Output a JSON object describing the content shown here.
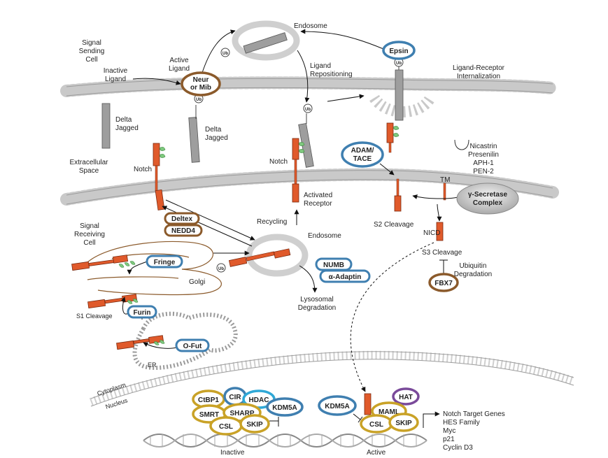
{
  "labels": {
    "signal_sending_cell": [
      "Signal",
      "Sending",
      "Cell"
    ],
    "inactive_ligand": [
      "Inactive",
      "Ligand"
    ],
    "active_ligand": [
      "Active",
      "Ligand"
    ],
    "endosome_top": "Endosome",
    "ligand_repositioning": [
      "Ligand",
      "Repositioning"
    ],
    "ligand_receptor_internalization": [
      "Ligand-Receptor",
      "Internalization"
    ],
    "delta_jagged_1": [
      "Delta",
      "Jagged"
    ],
    "delta_jagged_2": [
      "Delta",
      "Jagged"
    ],
    "extracellular_space": [
      "Extracellular",
      "Space"
    ],
    "notch_1": "Notch",
    "notch_2": "Notch",
    "gamma_secretase_components": [
      "Nicastrin",
      "Presenilin",
      "APH-1",
      "PEN-2"
    ],
    "tm": "TM",
    "activated_receptor": [
      "Activated",
      "Receptor"
    ],
    "s2_cleavage": "S2 Cleavage",
    "signal_receiving_cell": [
      "Signal",
      "Receiving",
      "Cell"
    ],
    "recycling": "Recycling",
    "endosome_mid": "Endosome",
    "nicd": "NICD",
    "s3_cleavage": "S3 Cleavage",
    "ubiquitin_degradation": [
      "Ubiquitin",
      "Degradation"
    ],
    "golgi": "Golgi",
    "lysosomal_degradation": [
      "Lysosomal",
      "Degradation"
    ],
    "s1_cleavage": "S1 Cleavage",
    "er": "ER",
    "cytoplasm": "Cytoplasm",
    "nucleus": "Nucleus",
    "inactive": "Inactive",
    "active": "Active",
    "notch_target_genes": [
      "Notch Target Genes",
      "HES Family",
      "Myc",
      "p21",
      "Cyclin D3"
    ],
    "ub": "Ub"
  },
  "proteins": {
    "neur_mib": [
      "Neur",
      "or Mib"
    ],
    "epsin": "Epsin",
    "adam_tace": [
      "ADAM/",
      "TACE"
    ],
    "gamma_secretase": [
      "γ-Secretase",
      "Complex"
    ],
    "deltex": "Deltex",
    "nedd4": "NEDD4",
    "numb": "NUMB",
    "alpha_adaptin": "α-Adaptin",
    "fringe": "Fringe",
    "furin": "Furin",
    "o_fut": "O-Fut",
    "fbx7": "FBX7",
    "ctbp1": "CtBP1",
    "cir": "CIR",
    "hdac": "HDAC",
    "kdm5a_left": "KDM5A",
    "smrt": "SMRT",
    "sharp": "SHARP",
    "csl_left": "CSL",
    "skip_left": "SKIP",
    "kdm5a_right": "KDM5A",
    "hat": "HAT",
    "maml": "MAML",
    "csl_right": "CSL",
    "skip_right": "SKIP"
  },
  "colors": {
    "notch_red": "#e05a2b",
    "membrane_gray": "#b8b8b8",
    "brown": "#8b5a2b",
    "blue": "#3f7fb0",
    "gold": "#c9a227",
    "purple": "#7a4a9a",
    "cyan": "#2fa8d6",
    "green_egf": "#5db85d"
  }
}
